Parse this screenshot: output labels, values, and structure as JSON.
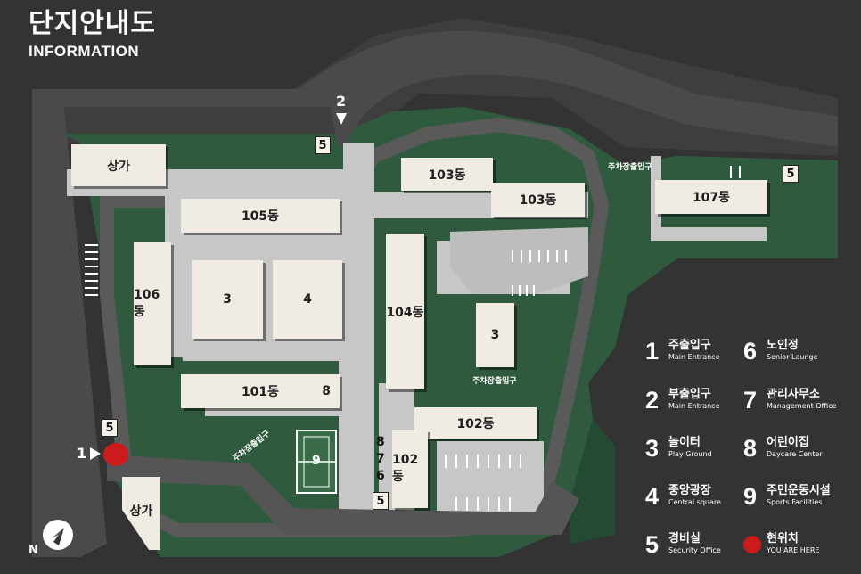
{
  "header": {
    "title": "단지안내도",
    "subtitle": "INFORMATION"
  },
  "buildings": [
    {
      "id": "shop-top",
      "label": "상가"
    },
    {
      "id": "105",
      "label": "105동"
    },
    {
      "id": "103a",
      "label": "103동"
    },
    {
      "id": "103b",
      "label": "103동"
    },
    {
      "id": "107",
      "label": "107동"
    },
    {
      "id": "106",
      "label": "106동"
    },
    {
      "id": "3a",
      "label": "3"
    },
    {
      "id": "4",
      "label": "4"
    },
    {
      "id": "104",
      "label": "104동"
    },
    {
      "id": "3b",
      "label": "3"
    },
    {
      "id": "101",
      "label": "101동",
      "sub": "8"
    },
    {
      "id": "102a",
      "label": "102동"
    },
    {
      "id": "102b",
      "label": "102동"
    },
    {
      "id": "shop-bottom",
      "label": "상가"
    },
    {
      "id": "court",
      "label": "9"
    }
  ],
  "markers": {
    "guard_top": "5",
    "guard_right": "5",
    "guard_left": "5",
    "guard_bottom": "5",
    "gate1": "1",
    "gate2": "2",
    "stack": [
      "8",
      "7",
      "6"
    ],
    "parking1": "주차장출입구",
    "parking2": "주차장출입구",
    "parking3": "주차장출입구",
    "compass": "N"
  },
  "legend": [
    {
      "num": "1",
      "ko": "주출입구",
      "en": "Main Entrance"
    },
    {
      "num": "2",
      "ko": "부출입구",
      "en": "Main Entrance"
    },
    {
      "num": "3",
      "ko": "놀이터",
      "en": "Play Ground"
    },
    {
      "num": "4",
      "ko": "중앙광장",
      "en": "Central square"
    },
    {
      "num": "5",
      "ko": "경비실",
      "en": "Security Office"
    },
    {
      "num": "6",
      "ko": "노인정",
      "en": "Senior Launge"
    },
    {
      "num": "7",
      "ko": "관리사무소",
      "en": "Management Office"
    },
    {
      "num": "8",
      "ko": "어린이집",
      "en": "Daycare Center"
    },
    {
      "num": "9",
      "ko": "주민운동시설",
      "en": "Sports Facilities"
    },
    {
      "num": "",
      "ko": "현위치",
      "en": "YOU ARE HERE"
    }
  ],
  "colors": {
    "background": "#333333",
    "green": "#2d5a3d",
    "road": "#4a4a4a",
    "plaza": "#c7c7c7",
    "building": "#f1ece3",
    "here": "#cc1a1d"
  }
}
